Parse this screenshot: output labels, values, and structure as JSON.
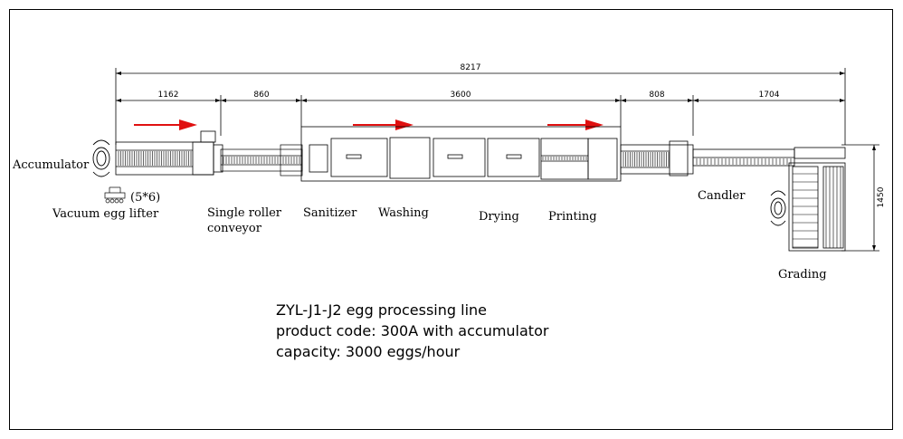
{
  "dimensions": {
    "overall": "8217",
    "vacuum_lifter": "1162",
    "roller": "860",
    "wash_dry_print": "3600",
    "candler": "808",
    "grader": "1704",
    "height": "1450"
  },
  "labels": {
    "accumulator": "Accumulator",
    "lifter_count": "(5*6)",
    "vacuum_lifter": "Vacuum egg lifter",
    "roller_line1": "Single roller",
    "roller_line2": "conveyor",
    "sanitizer": "Sanitizer",
    "washing": "Washing",
    "drying": "Drying",
    "printing": "Printing",
    "candler": "Candler",
    "grading": "Grading"
  },
  "caption": {
    "line1": "ZYL-J1-J2 egg processing line",
    "line2": "product code: 300A with accumulator",
    "line3": "capacity: 3000 eggs/hour"
  },
  "colors": {
    "arrow": "#e01010",
    "line": "#000000"
  }
}
